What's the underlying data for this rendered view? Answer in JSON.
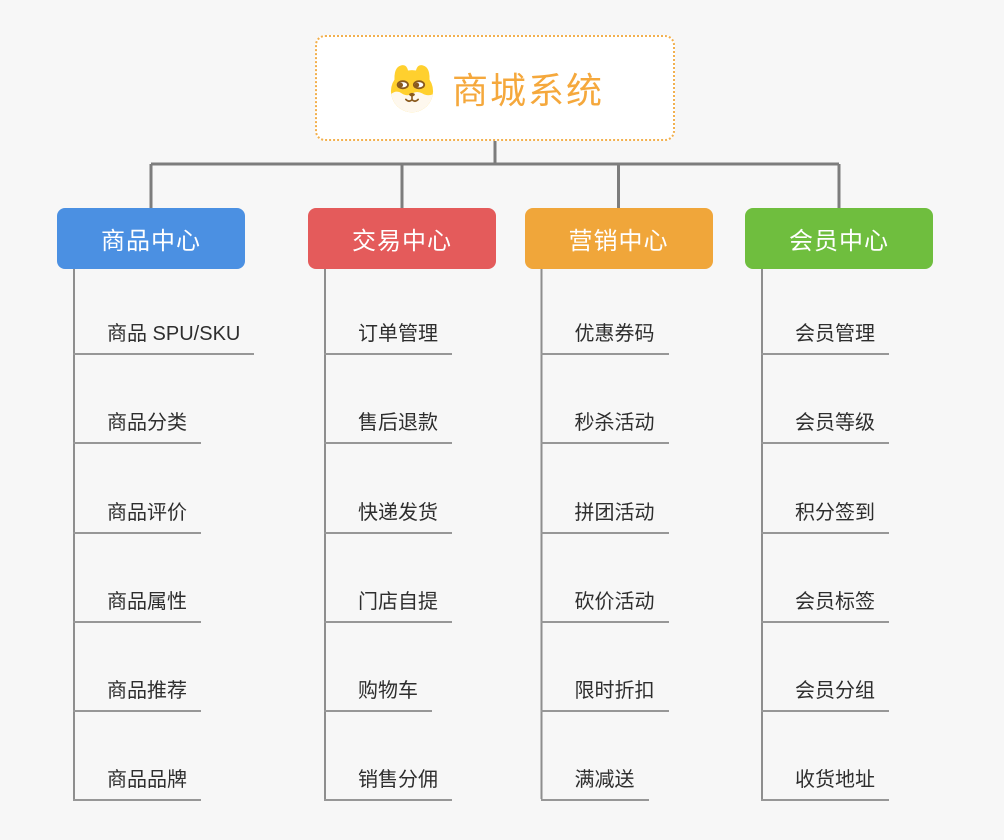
{
  "root": {
    "title": "商城系统",
    "icon": "shiba-dog-icon",
    "title_color": "#f5a83c",
    "border_color": "#f2b04e"
  },
  "branches": [
    {
      "label": "商品中心",
      "color": "#4b90e2",
      "children": [
        "商品 SPU/SKU",
        "商品分类",
        "商品评价",
        "商品属性",
        "商品推荐",
        "商品品牌"
      ]
    },
    {
      "label": "交易中心",
      "color": "#e45b5b",
      "children": [
        "订单管理",
        "售后退款",
        "快递发货",
        "门店自提",
        "购物车",
        "销售分佣"
      ]
    },
    {
      "label": "营销中心",
      "color": "#f0a63a",
      "children": [
        "优惠券码",
        "秒杀活动",
        "拼团活动",
        "砍价活动",
        "限时折扣",
        "满减送"
      ]
    },
    {
      "label": "会员中心",
      "color": "#6fbe3e",
      "children": [
        "会员管理",
        "会员等级",
        "积分签到",
        "会员标签",
        "会员分组",
        "收货地址"
      ]
    }
  ],
  "connector_colors": {
    "tree_lines": "#7d7d7d",
    "column_lines": "#8e8e8e",
    "underlines": "#979797"
  }
}
